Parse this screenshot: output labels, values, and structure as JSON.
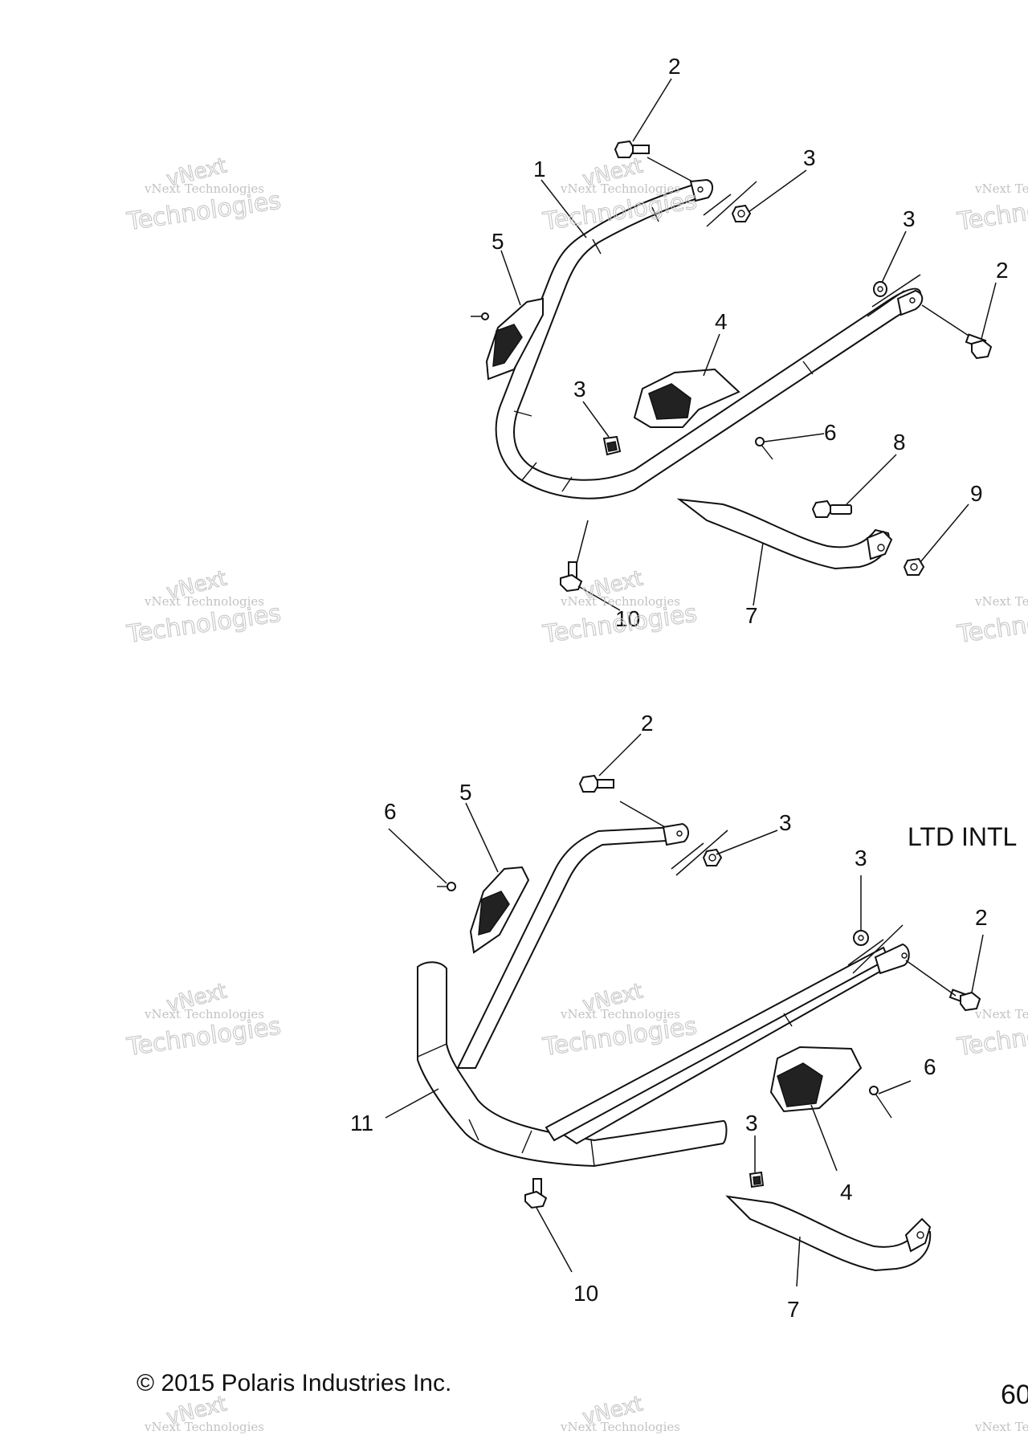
{
  "diagram": {
    "variant_label": "LTD INTL",
    "copyright": "© 2015 Polaris Industries Inc.",
    "page_number": "60",
    "watermark_line": "vNext Technologies",
    "watermark_big": "Technologies",
    "watermark_arc": "vNext",
    "top_view_callouts": [
      "2",
      "1",
      "3",
      "3",
      "2",
      "5",
      "4",
      "3",
      "6",
      "8",
      "9",
      "7",
      "10"
    ],
    "bottom_view_callouts": [
      "2",
      "6",
      "5",
      "3",
      "3",
      "2",
      "11",
      "6",
      "3",
      "4",
      "10",
      "7"
    ]
  }
}
